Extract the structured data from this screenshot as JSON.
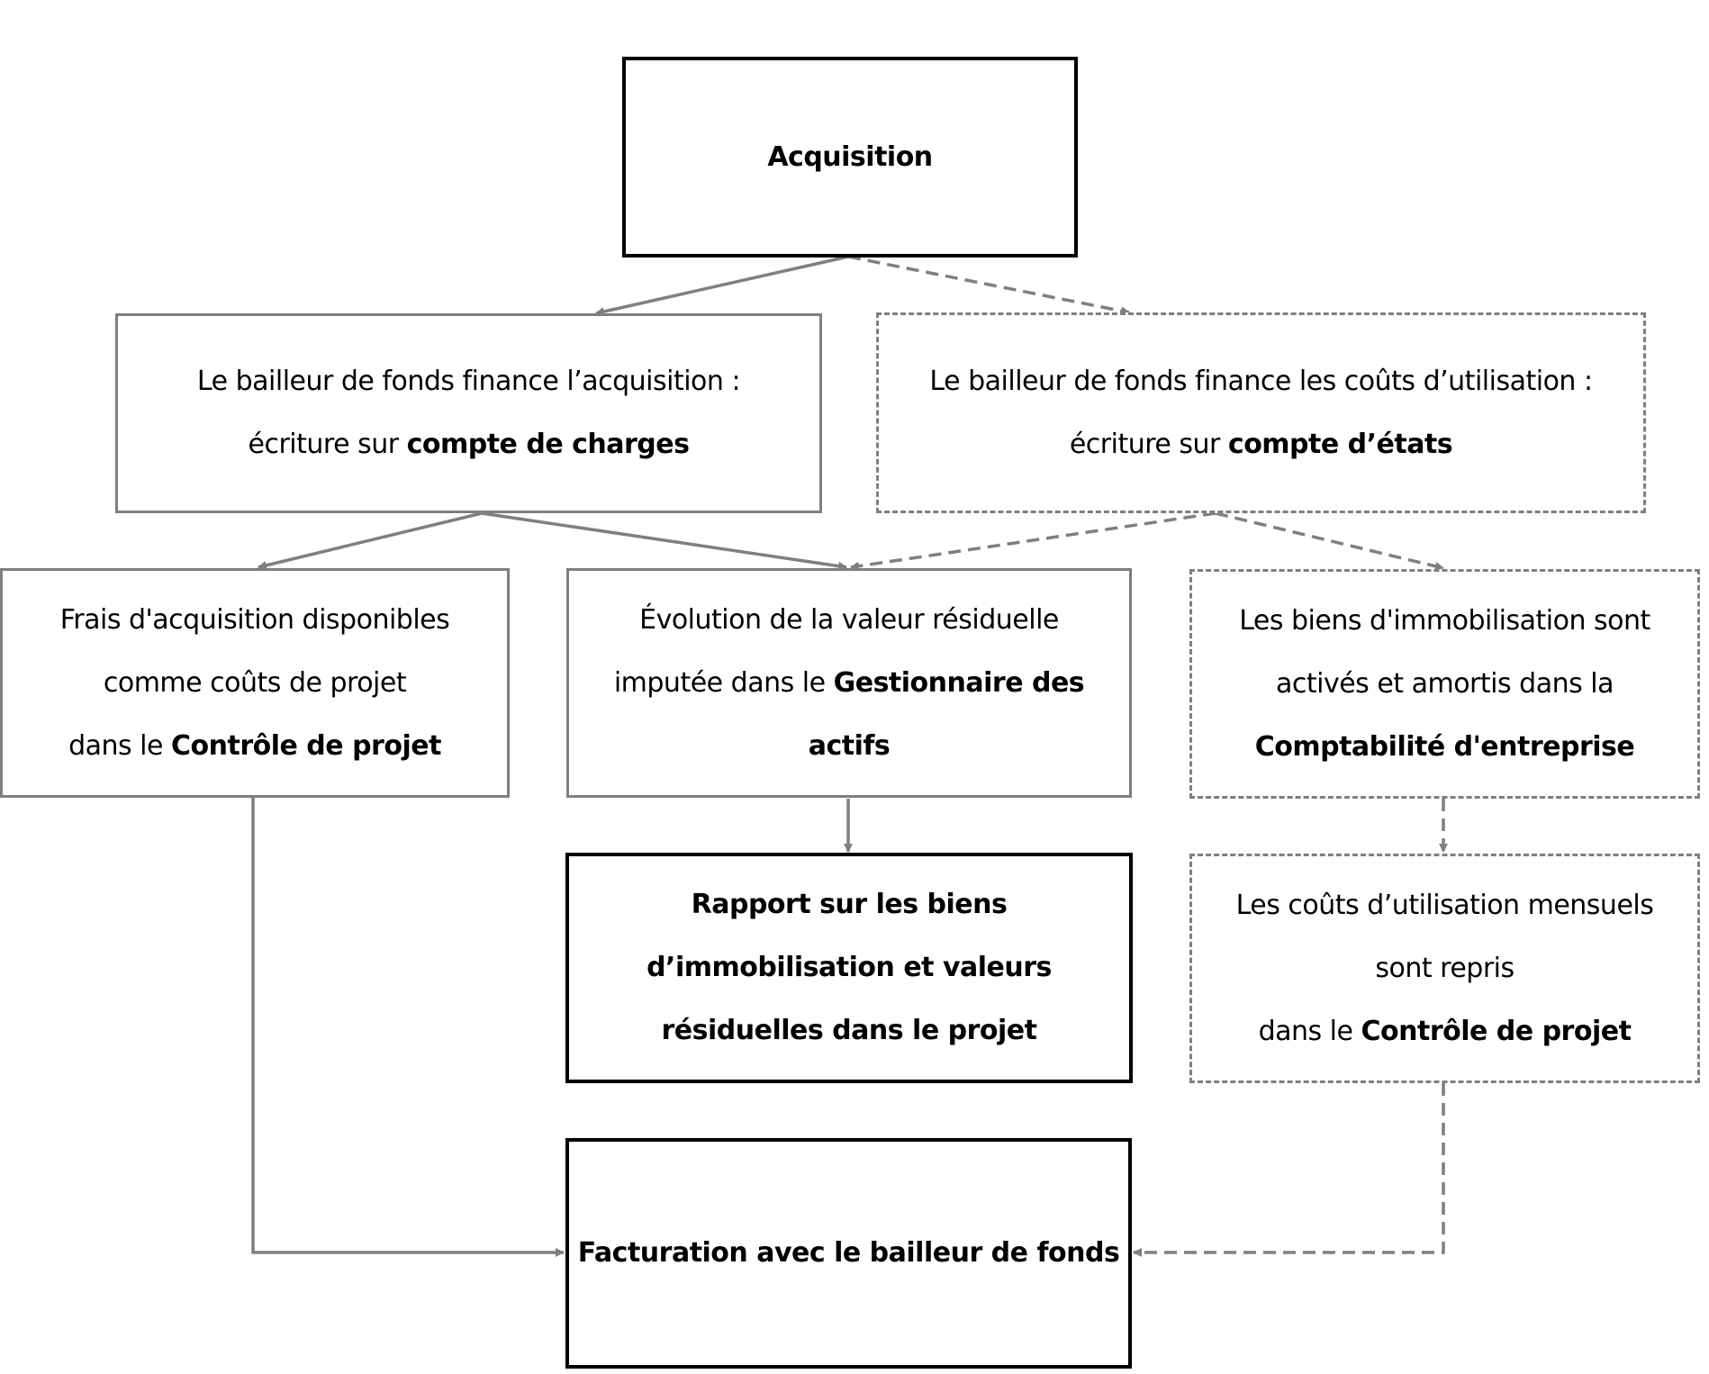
{
  "diagram": {
    "colors": {
      "solid_link": "#7f7f7f",
      "dashed_link": "#7f7f7f",
      "primary_border": "#000000"
    },
    "nodes": {
      "acquisition": {
        "lines": [
          [
            {
              "t": "Acquisition",
              "b": true
            }
          ]
        ]
      },
      "bailleur_acquisition": {
        "lines": [
          [
            {
              "t": "Le bailleur de fonds finance l’acquisition :",
              "b": false
            }
          ],
          [
            {
              "t": "écriture sur ",
              "b": false
            },
            {
              "t": "compte de charges",
              "b": true
            }
          ]
        ]
      },
      "bailleur_utilisation": {
        "lines": [
          [
            {
              "t": "Le bailleur de fonds finance les coûts d’utilisation :",
              "b": false
            }
          ],
          [
            {
              "t": "écriture sur ",
              "b": false
            },
            {
              "t": "compte d’états",
              "b": true
            }
          ]
        ]
      },
      "frais_acquisition": {
        "lines": [
          [
            {
              "t": "Frais d'acquisition disponibles",
              "b": false
            }
          ],
          [
            {
              "t": "comme coûts de projet",
              "b": false
            }
          ],
          [
            {
              "t": "dans le ",
              "b": false
            },
            {
              "t": "Contrôle de projet",
              "b": true
            }
          ]
        ]
      },
      "evolution_valeur": {
        "lines": [
          [
            {
              "t": "Évolution de la valeur résiduelle",
              "b": false
            }
          ],
          [
            {
              "t": "imputée dans le ",
              "b": false
            },
            {
              "t": "Gestionnaire des",
              "b": true
            }
          ],
          [
            {
              "t": "actifs",
              "b": true
            }
          ]
        ]
      },
      "biens_immobilisation": {
        "lines": [
          [
            {
              "t": "Les biens d'immobilisation sont",
              "b": false
            }
          ],
          [
            {
              "t": "activés et amortis dans la",
              "b": false
            }
          ],
          [
            {
              "t": "Comptabilité d'entreprise",
              "b": true
            }
          ]
        ]
      },
      "rapport": {
        "lines": [
          [
            {
              "t": "Rapport sur les biens",
              "b": true
            }
          ],
          [
            {
              "t": "d’immobilisation et valeurs",
              "b": true
            }
          ],
          [
            {
              "t": "résiduelles dans le projet",
              "b": true
            }
          ]
        ]
      },
      "couts_mensuels": {
        "lines": [
          [
            {
              "t": "Les coûts d’utilisation mensuels",
              "b": false
            }
          ],
          [
            {
              "t": "sont repris",
              "b": false
            }
          ],
          [
            {
              "t": "dans le ",
              "b": false
            },
            {
              "t": "Contrôle de projet",
              "b": true
            }
          ]
        ]
      },
      "facturation": {
        "lines": [
          [
            {
              "t": "Facturation avec le bailleur de fonds",
              "b": true
            }
          ]
        ]
      }
    },
    "edges": [
      {
        "from": "acquisition",
        "to": "bailleur_acquisition",
        "style": "solid"
      },
      {
        "from": "acquisition",
        "to": "bailleur_utilisation",
        "style": "dashed"
      },
      {
        "from": "bailleur_acquisition",
        "to": "frais_acquisition",
        "style": "solid"
      },
      {
        "from": "bailleur_acquisition",
        "to": "evolution_valeur",
        "style": "solid"
      },
      {
        "from": "bailleur_utilisation",
        "to": "evolution_valeur",
        "style": "dashed"
      },
      {
        "from": "bailleur_utilisation",
        "to": "biens_immobilisation",
        "style": "dashed"
      },
      {
        "from": "evolution_valeur",
        "to": "rapport",
        "style": "solid"
      },
      {
        "from": "biens_immobilisation",
        "to": "couts_mensuels",
        "style": "dashed"
      },
      {
        "from": "frais_acquisition",
        "to": "facturation",
        "style": "solid"
      },
      {
        "from": "couts_mensuels",
        "to": "facturation",
        "style": "dashed"
      }
    ]
  }
}
